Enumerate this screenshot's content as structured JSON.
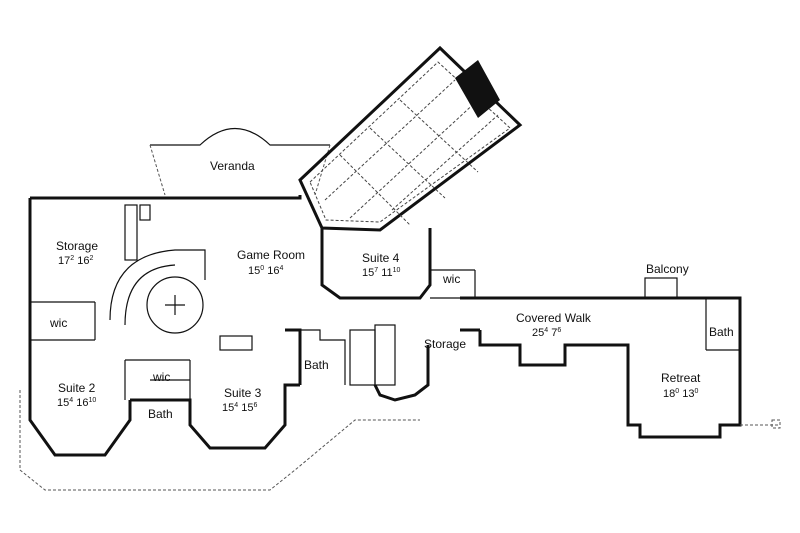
{
  "rooms": {
    "veranda": {
      "label": "Veranda"
    },
    "storage_left": {
      "label": "Storage",
      "w": "17",
      "w_in": "2",
      "d": "16",
      "d_in": "2"
    },
    "game_room": {
      "label": "Game Room",
      "w": "15",
      "w_in": "0",
      "d": "16",
      "d_in": "4"
    },
    "suite4": {
      "label": "Suite 4",
      "w": "15",
      "w_in": "7",
      "d": "11",
      "d_in": "10"
    },
    "wic_suite4": {
      "label": "wic"
    },
    "balcony": {
      "label": "Balcony"
    },
    "wic_suite2": {
      "label": "wic"
    },
    "covered_walk": {
      "label": "Covered Walk",
      "w": "25",
      "w_in": "4",
      "d": "7",
      "d_in": "6"
    },
    "bath_right": {
      "label": "Bath"
    },
    "storage_mid": {
      "label": "Storage"
    },
    "bath_mid": {
      "label": "Bath"
    },
    "retreat": {
      "label": "Retreat",
      "w": "18",
      "w_in": "0",
      "d": "13",
      "d_in": "0"
    },
    "wic_mid": {
      "label": "wic"
    },
    "suite2": {
      "label": "Suite 2",
      "w": "15",
      "w_in": "4",
      "d": "16",
      "d_in": "10"
    },
    "suite3": {
      "label": "Suite 3",
      "w": "15",
      "w_in": "4",
      "d": "15",
      "d_in": "6"
    },
    "bath_left": {
      "label": "Bath"
    }
  }
}
